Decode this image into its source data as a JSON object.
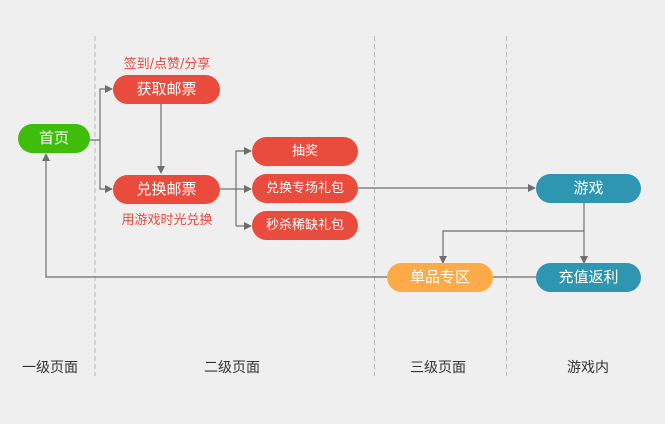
{
  "colors": {
    "primary_red": "#e94b3c",
    "home_green": "#3fbd0b",
    "game_teal": "#2e96b0",
    "single_item_orange": "#fdab48",
    "connector": "#6e6e6e",
    "divider": "#bbbbbb",
    "background": "#efefef"
  },
  "columns": [
    {
      "label": "一级页面"
    },
    {
      "label": "二级页面"
    },
    {
      "label": "三级页面"
    },
    {
      "label": "游戏内"
    }
  ],
  "nodes": {
    "home": {
      "label": "首页"
    },
    "get_stamps": {
      "label": "获取邮票",
      "note": "签到/点赞/分享"
    },
    "redeem_stamps": {
      "label": "兑换邮票",
      "note": "用游戏时光兑换"
    },
    "lottery": {
      "label": "抽奖"
    },
    "redeem_special_pack": {
      "label": "兑换专场礼包"
    },
    "flash_rare_pack": {
      "label": "秒杀稀缺礼包"
    },
    "game": {
      "label": "游戏"
    },
    "single_item_zone": {
      "label": "单品专区"
    },
    "recharge_rebate": {
      "label": "充值返利"
    }
  },
  "edges": [
    {
      "from": "首页",
      "to": "获取邮票"
    },
    {
      "from": "首页",
      "to": "兑换邮票"
    },
    {
      "from": "获取邮票",
      "to": "兑换邮票"
    },
    {
      "from": "兑换邮票",
      "to": "抽奖"
    },
    {
      "from": "兑换邮票",
      "to": "兑换专场礼包"
    },
    {
      "from": "兑换邮票",
      "to": "秒杀稀缺礼包"
    },
    {
      "from": "兑换专场礼包",
      "to": "游戏"
    },
    {
      "from": "游戏",
      "to": "充值返利"
    },
    {
      "from": "游戏",
      "to": "单品专区"
    },
    {
      "from": "充值返利",
      "to": "单品专区"
    },
    {
      "from": "单品专区",
      "to": "首页"
    }
  ]
}
